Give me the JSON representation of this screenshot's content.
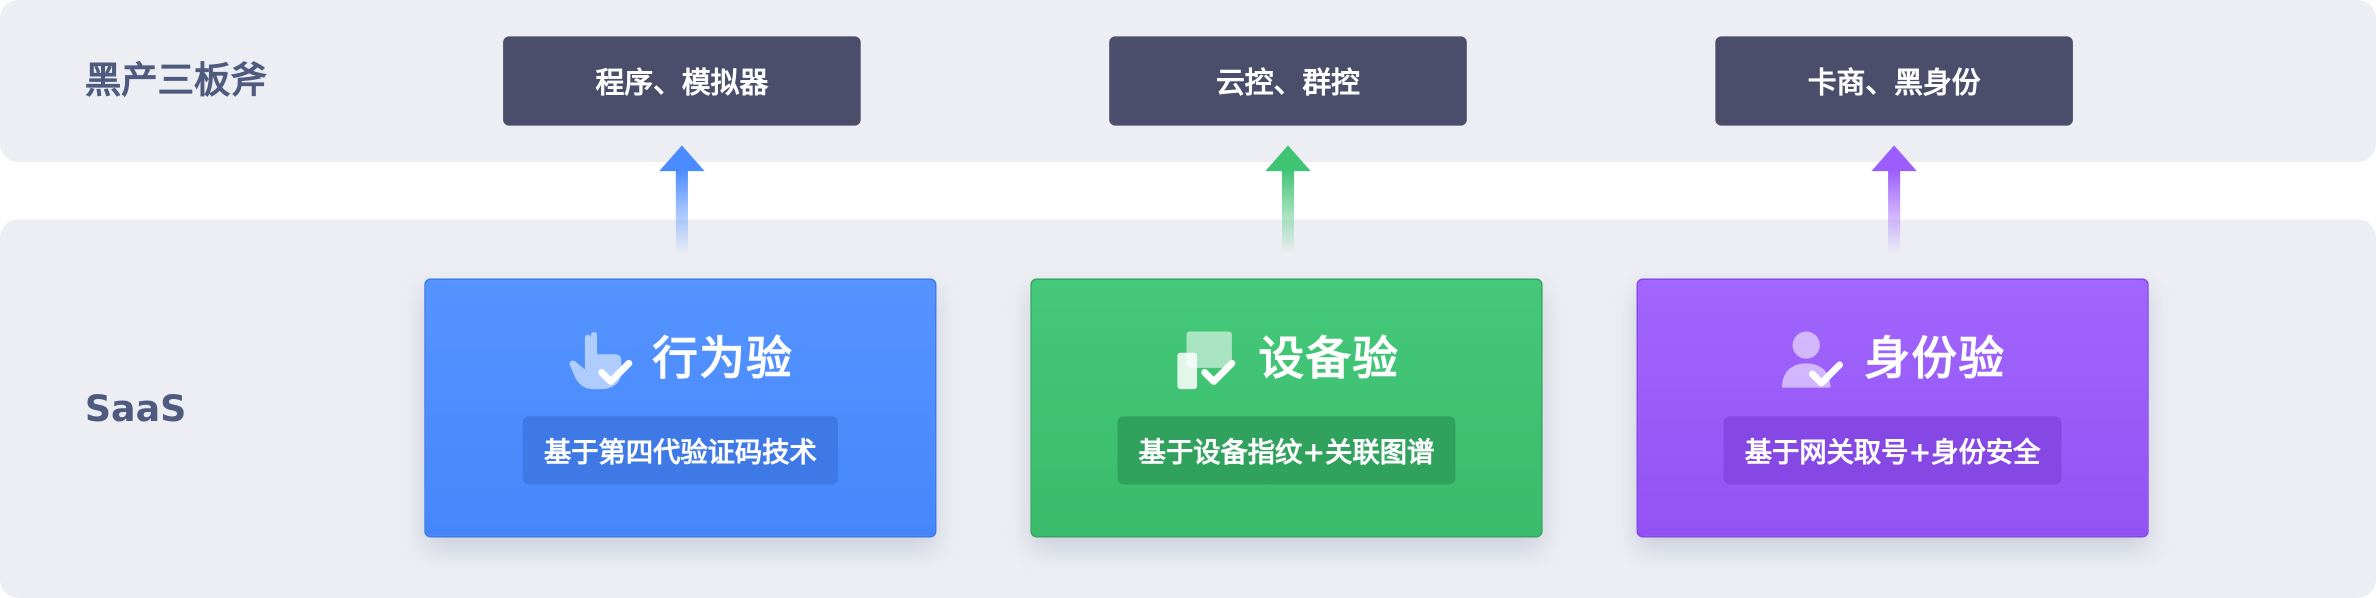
{
  "rows": {
    "top_label": "黑产三板斧",
    "bottom_label": "SaaS"
  },
  "columns": [
    {
      "tactic": "程序、模拟器",
      "product": "行为验",
      "description": "基于第四代验证码技术",
      "icon": "hand-check-icon",
      "accent": "#4a8bff"
    },
    {
      "tactic": "云控、群控",
      "product": "设备验",
      "description": "基于设备指纹+关联图谱",
      "icon": "device-check-icon",
      "accent": "#41c374"
    },
    {
      "tactic": "卡商、黑身份",
      "product": "身份验",
      "description": "基于网关取号+身份安全",
      "icon": "user-check-icon",
      "accent": "#9b5dfb"
    }
  ],
  "colors": {
    "band": "#eceef4",
    "row_label": "#4e5a7e",
    "tactic_box": "#4a4e6b"
  }
}
